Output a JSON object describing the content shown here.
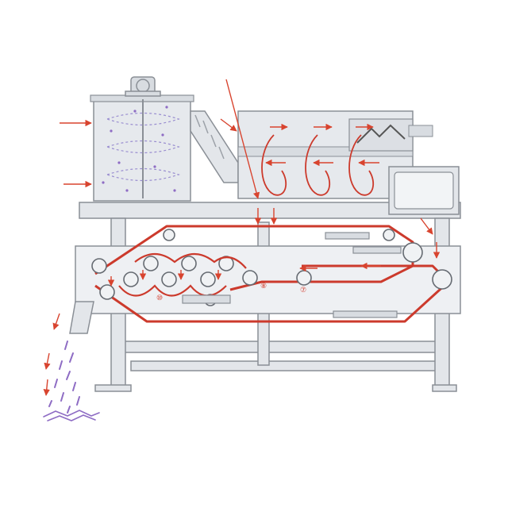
{
  "diagram": {
    "type": "belt-filter-press-schematic",
    "colors": {
      "machine_fill": "#e3e6ea",
      "machine_stroke": "#8a8f96",
      "belt": "#cc3a2c",
      "flow_arrow": "#d8442f",
      "sludge": "#8e6cc4",
      "background": "#ffffff"
    },
    "markers": [
      "⑩",
      "⑦",
      "⑧"
    ],
    "components": [
      "drive-motor",
      "mixing-tank",
      "feed-chute",
      "flocculation-drum",
      "control-cabinet",
      "frame",
      "upper-belt",
      "lower-belt",
      "press-rollers",
      "discharge-scraper",
      "sludge-cake-output"
    ],
    "icons": [
      "inlet-arrow-icon",
      "flow-arrow-icon",
      "drop-arrow-icon"
    ]
  }
}
